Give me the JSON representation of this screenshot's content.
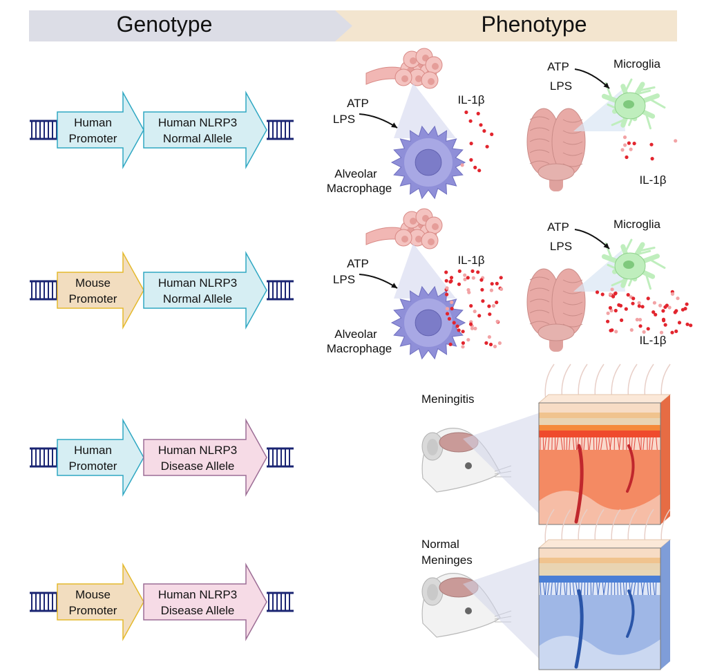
{
  "header": {
    "genotype": "Genotype",
    "phenotype": "Phenotype"
  },
  "colors": {
    "genotype_banner": "#dcdde6",
    "phenotype_banner": "#f3e5cf",
    "dna": "#1a2472",
    "human_arrow_fill": "#d6eef3",
    "human_arrow_stroke": "#2ea7c2",
    "mouse_arrow_fill": "#f2ddbf",
    "mouse_arrow_stroke": "#e4b92c",
    "disease_arrow_fill": "#f6dbe6",
    "disease_arrow_stroke": "#9c6d95",
    "macrophage": "#8f8fd8",
    "microglia": "#bfeebd",
    "cytokine": "#e2252e",
    "brain": "#e8aaa6",
    "inflamed_tissue": "#f48a63",
    "normal_tissue": "#9fb7e6"
  },
  "rows": [
    {
      "promoter": [
        "Human",
        "Promoter"
      ],
      "promoter_type": "human",
      "allele": [
        "Human NLRP3",
        "Normal Allele"
      ],
      "allele_type": "normal",
      "phenotype": {
        "kind": "cells",
        "stim_left": [
          "ATP",
          "LPS"
        ],
        "cytokine_left": "IL-1β",
        "cell_label": [
          "Alveolar",
          "Macrophage"
        ],
        "stim_right": [
          "ATP",
          "LPS"
        ],
        "microglia_label": "Microglia",
        "cytokine_right": "IL-1β",
        "level": "low"
      }
    },
    {
      "promoter": [
        "Mouse",
        "Promoter"
      ],
      "promoter_type": "mouse",
      "allele": [
        "Human NLRP3",
        "Normal Allele"
      ],
      "allele_type": "normal",
      "phenotype": {
        "kind": "cells",
        "stim_left": [
          "ATP",
          "LPS"
        ],
        "cytokine_left": "IL-1β",
        "cell_label": [
          "Alveolar",
          "Macrophage"
        ],
        "stim_right": [
          "ATP",
          "LPS"
        ],
        "microglia_label": "Microglia",
        "cytokine_right": "IL-1β",
        "level": "high"
      }
    },
    {
      "promoter": [
        "Human",
        "Promoter"
      ],
      "promoter_type": "human",
      "allele": [
        "Human NLRP3",
        "Disease Allele"
      ],
      "allele_type": "disease",
      "phenotype": {
        "kind": "tissue",
        "label": [
          "Meningitis"
        ],
        "state": "inflamed"
      }
    },
    {
      "promoter": [
        "Mouse",
        "Promoter"
      ],
      "promoter_type": "mouse",
      "allele": [
        "Human NLRP3",
        "Disease Allele"
      ],
      "allele_type": "disease",
      "phenotype": {
        "kind": "tissue",
        "label": [
          "Normal",
          "Meninges"
        ],
        "state": "normal"
      }
    }
  ]
}
